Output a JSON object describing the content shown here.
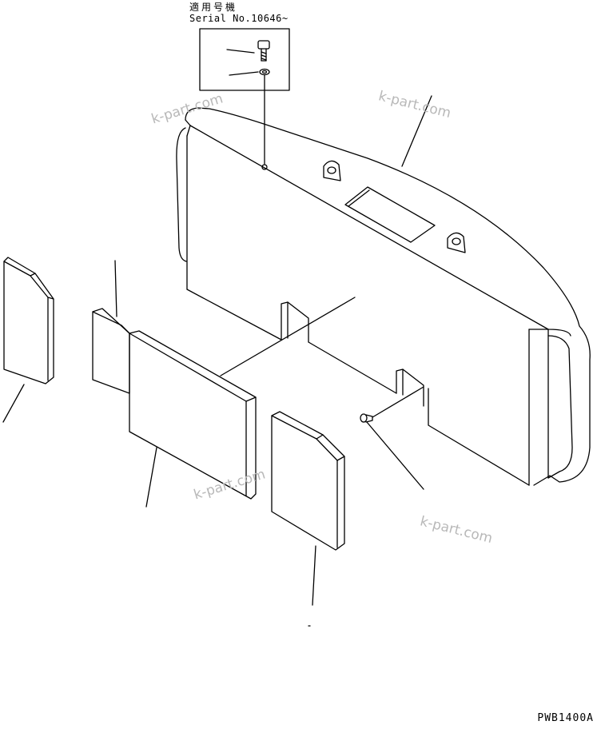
{
  "header": {
    "applicability": "適用号機",
    "serial": "Serial No.10646~"
  },
  "watermarks": [
    "k-part.com",
    "k-part.com",
    "k-part.com",
    "k-part.com"
  ],
  "footer": {
    "drawing_number": "PWB1400A"
  }
}
